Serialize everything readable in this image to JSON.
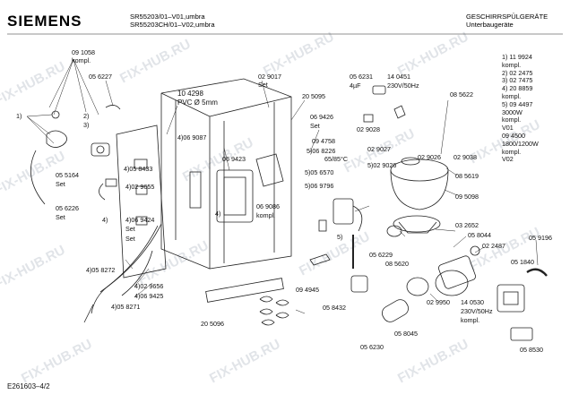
{
  "header": {
    "brand": "SIEMENS",
    "model_line_1": "SR55203/01–V01,umbra",
    "model_line_2": "SR55203CH/01–V02,umbra",
    "category_line_1": "GESCHIRRSPÜLGERÄTE",
    "category_line_2": "Unterbaugeräte"
  },
  "watermark": "FIX-HUB.RU",
  "footer_code": "E261603–4/2",
  "legend": [
    "1)  11 9924",
    "     kompl.",
    "2)  02 2475",
    "3)  02 7475",
    "4)  20 8859",
    "     kompl.",
    "5)  09 4497",
    "     3000W",
    "     kompl.",
    "     V01",
    "     09 4500",
    "     1800/1200W",
    "     kompl.",
    "     V02"
  ],
  "parts": {
    "p091058": "09 1058",
    "kompl_a": "kompl.",
    "p056227": "05 6227",
    "n1": "1)",
    "n2": "2)",
    "n3": "3)",
    "p055164": "05 5164",
    "set_a": "Set",
    "p056226": "05 6226",
    "set_b": "Set",
    "p104298": "10 4298",
    "pvc": "PVC Ø 5mm",
    "p029017": "02 9017",
    "set_c": "Set",
    "p205095": "20 5095",
    "p056231": "05 6231",
    "cap": "4µF",
    "p140451": "14 0451",
    "volt_a": "230V/50Hz",
    "p085622": "08 5622",
    "p069426": "06 9426",
    "set_d": "Set",
    "p029028": "02 9028",
    "p069087": "4)06 9087",
    "p058433": "4)05 8433",
    "p029655": "4)02 9655",
    "p069423": "06 9423",
    "p094758": "09 4758",
    "p056226b": "5)06 8226",
    "temp": "65/85°C",
    "p029027": "02 9027",
    "p029026a": "02 9026",
    "p029038": "02 9038",
    "p029026b": "5)02 9026",
    "p056570": "5)05 6570",
    "p069796": "5)06 9796",
    "n4a": "4)",
    "p069086": "06 9086",
    "kompl_b": "kompl.",
    "p085619": "08 5619",
    "p095098": "09 5098",
    "p069424": "4)06 9424",
    "set_e": "Set",
    "set_f": "Set",
    "n4b": "4)",
    "n5": "5)",
    "p056229": "05 6229",
    "p085620": "08 5620",
    "p032652": "03 2652",
    "p058044": "05 8044",
    "p022487": "02 2487",
    "p059196": "05 9196",
    "p051840": "05 1840",
    "p058272": "4)05 8272",
    "p029656": "4)02 9656",
    "p069425": "4)06 9425",
    "p058271": "4)05 8271",
    "p094945": "09 4945",
    "p058432": "05 8432",
    "p029950": "02 9950",
    "p140530": "14 0530",
    "volt_b": "230V/50Hz",
    "kompl_c": "kompl.",
    "p205096": "20 5096",
    "p058045": "05 8045",
    "p056230": "05 6230",
    "p058530": "05 8530"
  }
}
